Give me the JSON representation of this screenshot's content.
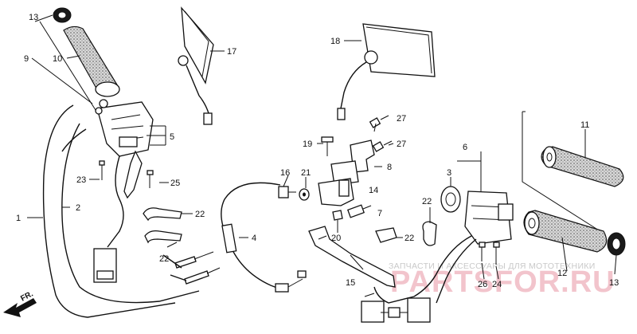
{
  "diagram": {
    "callouts": {
      "c1": "1",
      "c2": "2",
      "c3": "3",
      "c4": "4",
      "c5": "5",
      "c6": "6",
      "c7": "7",
      "c8": "8",
      "c9": "9",
      "c10": "10",
      "c11": "11",
      "c12": "12",
      "c13a": "13",
      "c13b": "13",
      "c14": "14",
      "c15": "15",
      "c16": "16",
      "c17": "17",
      "c18": "18",
      "c19": "19",
      "c20": "20",
      "c21": "21",
      "c22a": "22",
      "c22b": "22",
      "c22c": "22",
      "c22d": "22",
      "c23": "23",
      "c24": "24",
      "c25": "25",
      "c26": "26",
      "c27a": "27",
      "c27b": "27"
    },
    "front_arrow_label": "FR.",
    "watermark": {
      "top_line": "ЗАПЧАСТИ И АКСЕССУАРЫ ДЛЯ МОТОТЕХНИКИ",
      "logo_text": "PARTSFOR.RU"
    }
  }
}
